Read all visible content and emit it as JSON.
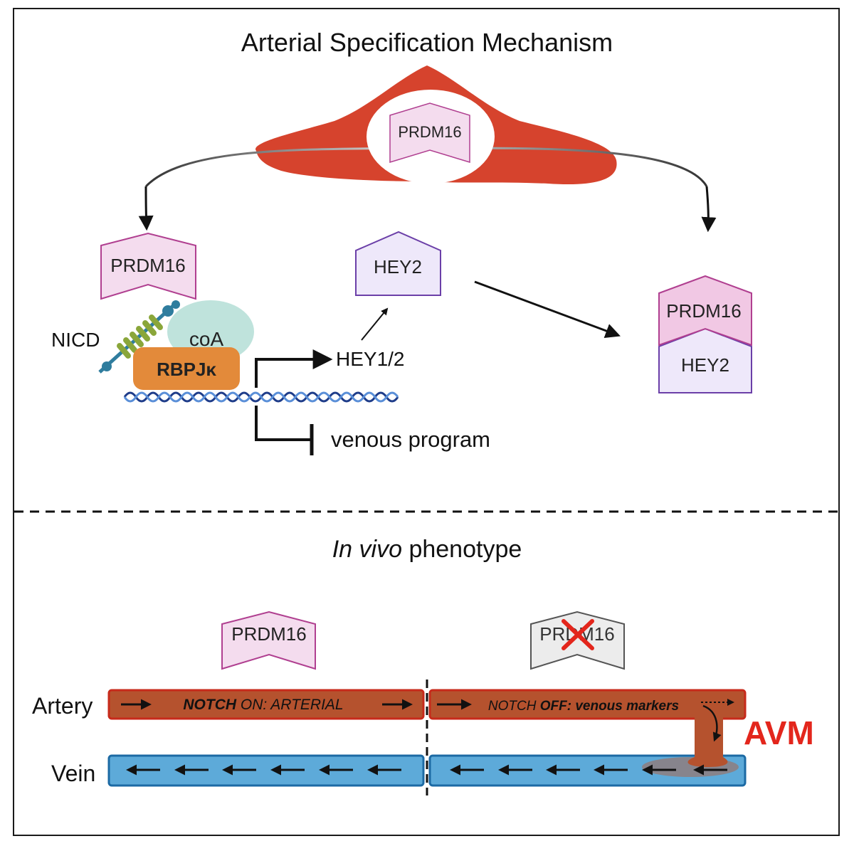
{
  "top_panel": {
    "title": "Arterial Specification Mechanism",
    "cell_factor": "PRDM16",
    "left_factor": "PRDM16",
    "hey2_label": "HEY2",
    "nicd_label": "NICD",
    "coa_label": "coA",
    "rbpj_label": "RBPJκ",
    "target_genes": "HEY1/2",
    "repressed": "venous program",
    "complex_top": "PRDM16",
    "complex_bottom": "HEY2"
  },
  "bottom_panel": {
    "title_italic": "In vivo",
    "title_rest": " phenotype",
    "wt_factor": "PRDM16",
    "ko_factor": "PRDM16",
    "artery_label": "Artery",
    "vein_label": "Vein",
    "wt_notch_bold": "NOTCH",
    "wt_notch_rest": " ON: ARTERIAL",
    "ko_notch_a": "NOTCH",
    "ko_notch_b": " OFF",
    "ko_notch_c": ": venous markers",
    "avm_label": "AVM"
  },
  "colors": {
    "cell": "#d6432d",
    "prdm16_fill": "#f4dcee",
    "prdm16_stroke": "#b03f90",
    "hey2_fill": "#eee8fa",
    "hey2_stroke": "#6b3fa8",
    "rbpj": "#e38a3a",
    "coa": "#bfe3dc",
    "artery": "#b5522e",
    "vein": "#5daad9",
    "avm": "#e3261c",
    "ko_fill": "#ececec"
  }
}
